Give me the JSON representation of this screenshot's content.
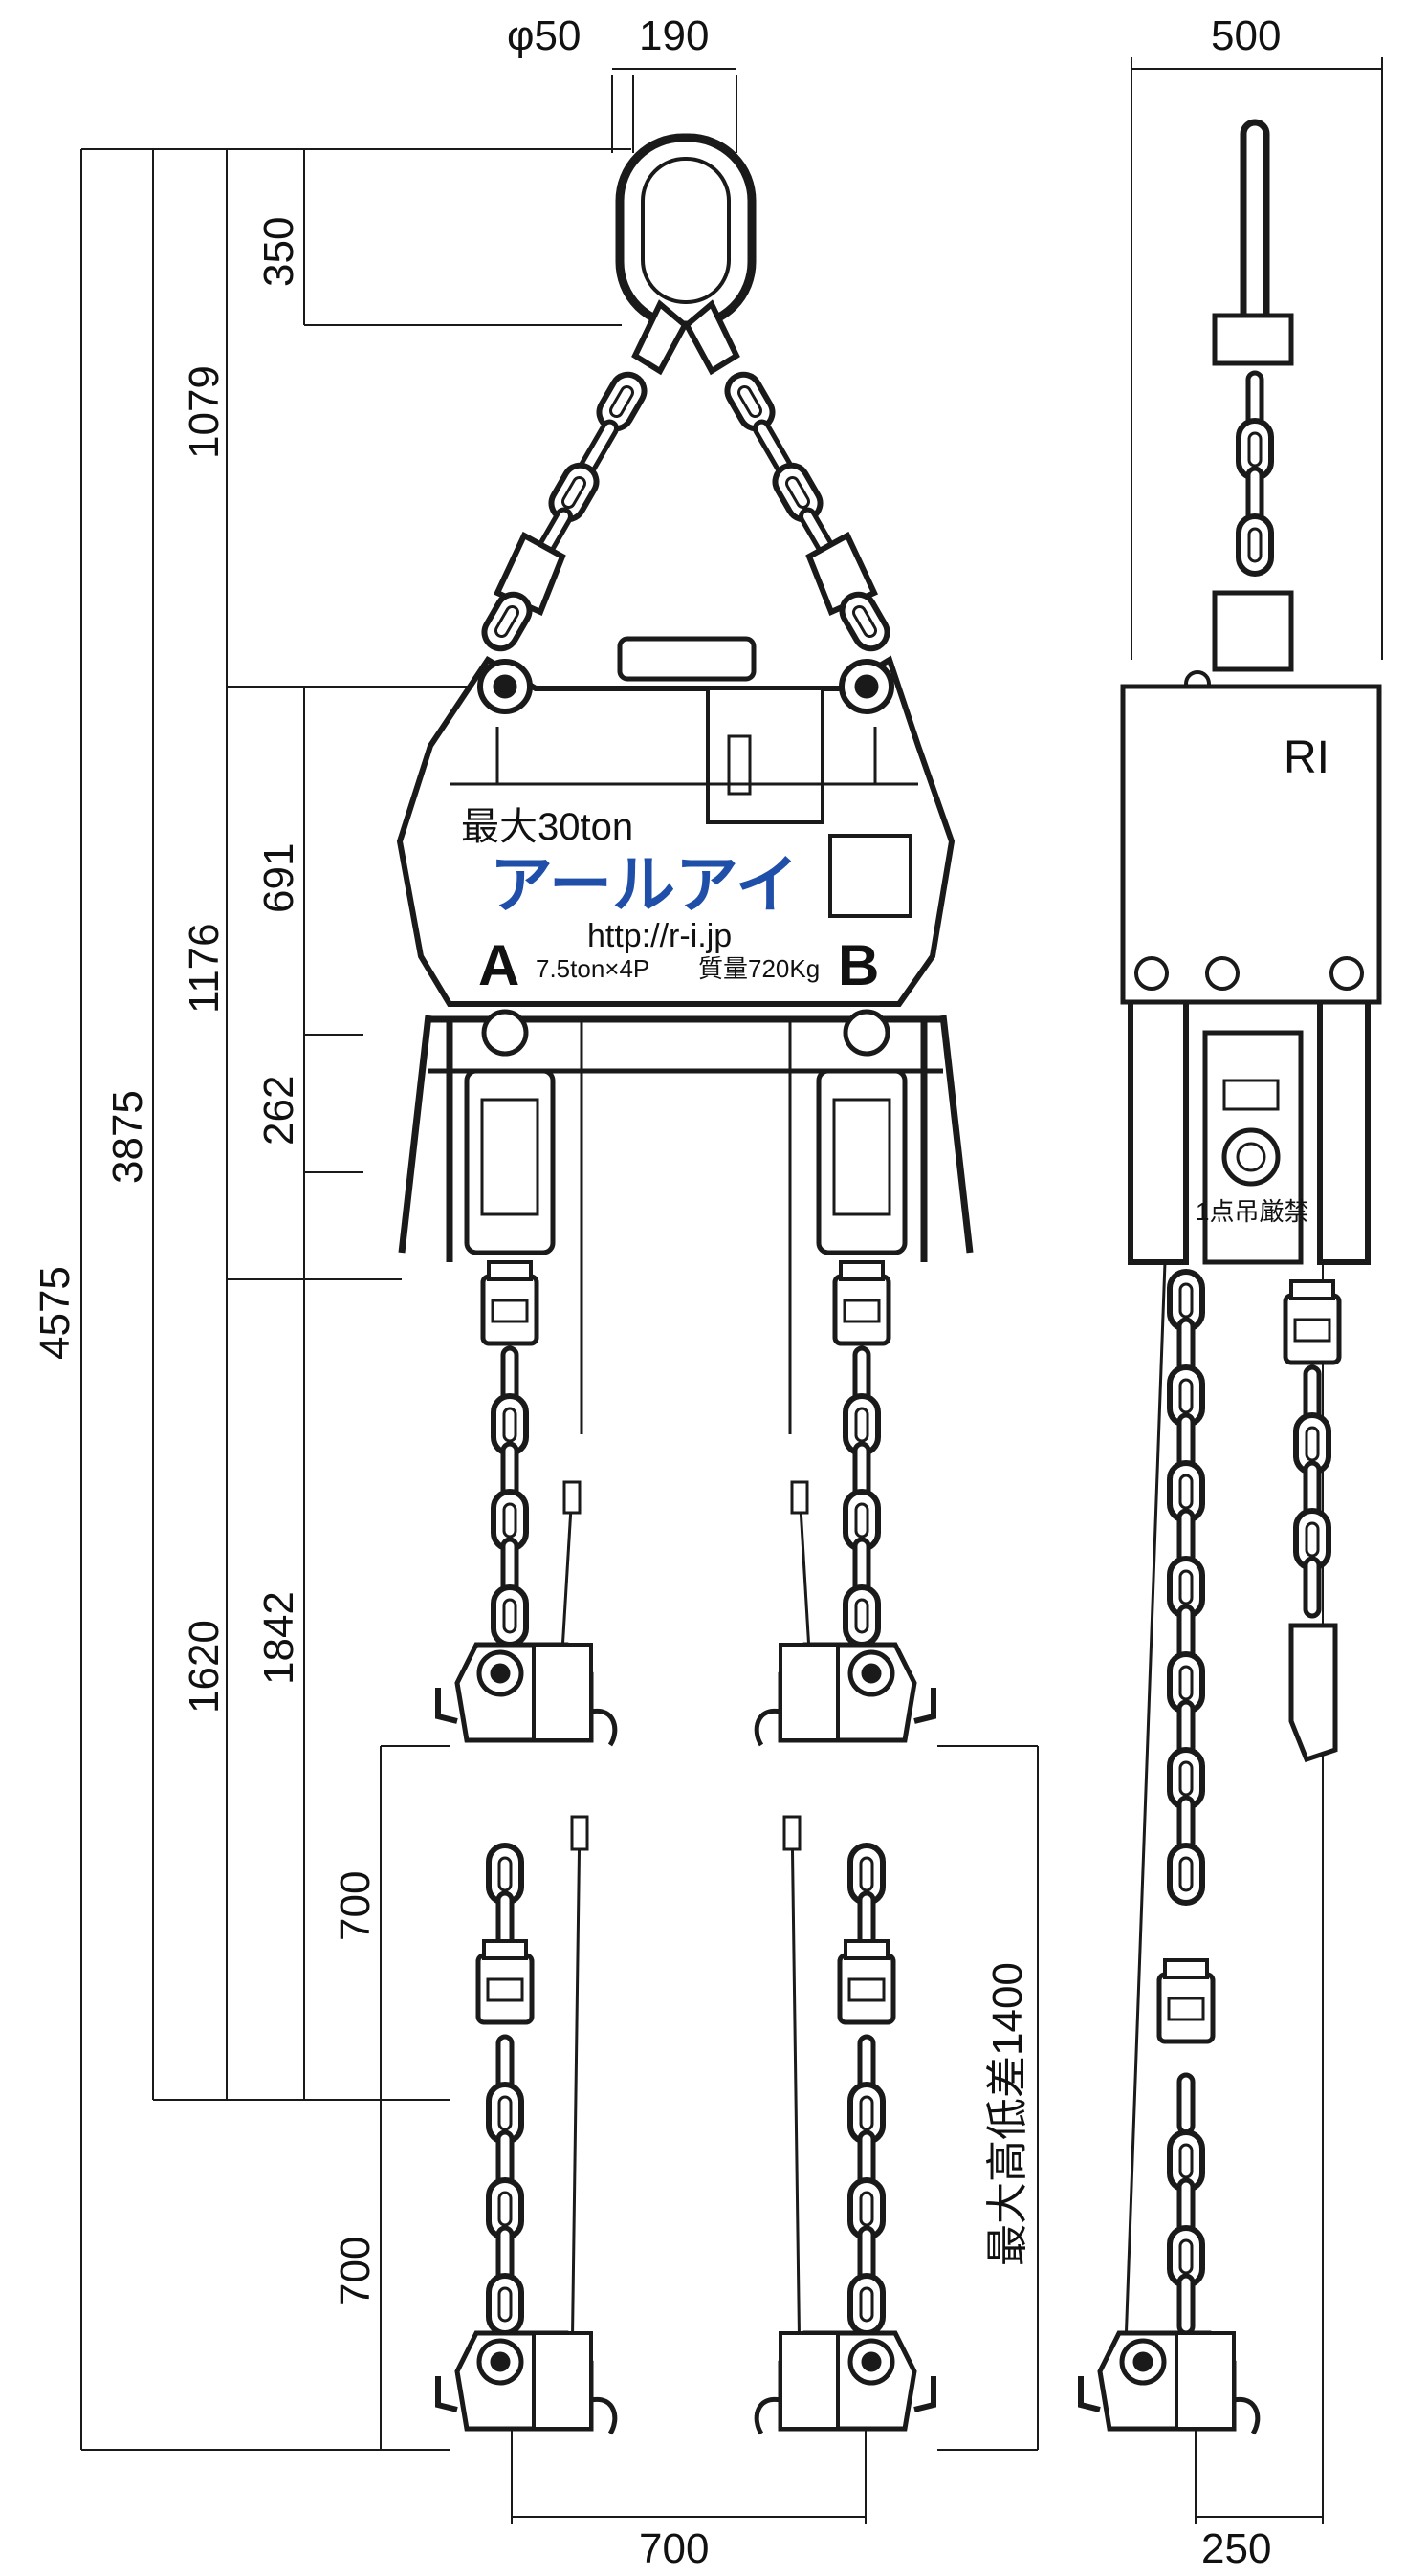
{
  "dimensions": {
    "pin_diameter": "φ50",
    "ring_width": "190",
    "side_width": "500",
    "ring_height": "350",
    "ring_to_body": "1079",
    "body_height": "691",
    "overall_length": "4575",
    "min_length": "3875",
    "body_to_frame": "1176",
    "frame_drop": "262",
    "hook_reach_a": "1620",
    "hook_reach_b": "1842",
    "stroke_upper": "700",
    "stroke_lower": "700",
    "max_height_difference": "最大高低差1400",
    "hook_spacing": "700",
    "side_offset": "250"
  },
  "hoist_labels": {
    "max_capacity": "最大30ton",
    "brand": "アールアイ",
    "url": "http://r-i.jp",
    "side_a": "A",
    "side_b": "B",
    "rating": "7.5ton×4P",
    "mass": "質量720Kg",
    "logo_mark": "RI",
    "warning": "1点吊厳禁"
  },
  "colors": {
    "line": "#1a1a1a",
    "brand_blue": "#1f4fa8",
    "logo_red": "#d6262b"
  }
}
